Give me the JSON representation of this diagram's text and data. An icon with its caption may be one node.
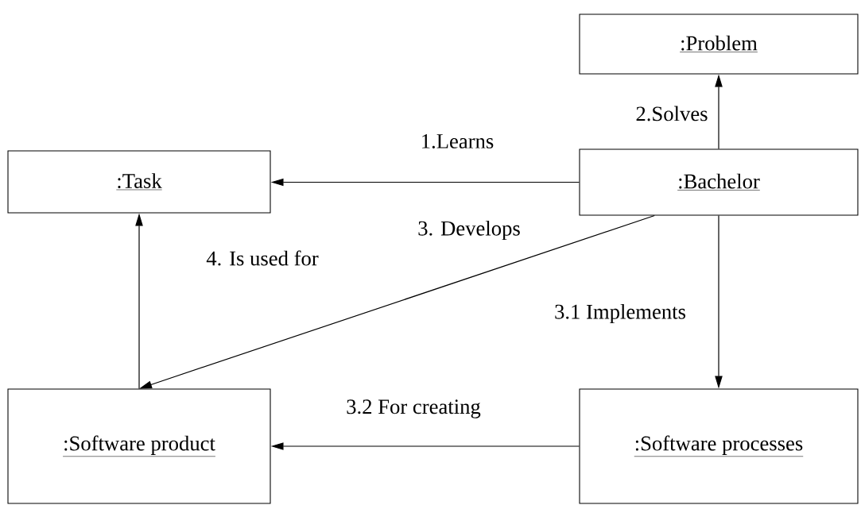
{
  "diagram": {
    "nodes": [
      {
        "text": [
          ":Problem"
        ]
      },
      {
        "text": [
          ":Task"
        ]
      },
      {
        "text": [
          ":Bachelor"
        ]
      },
      {
        "text": [
          ":Software product"
        ]
      },
      {
        "text": [
          ":Software processes"
        ]
      }
    ],
    "edges": [
      {
        "from": 2,
        "to": 1,
        "arrow": "to",
        "label": "1.Learns"
      },
      {
        "from": 2,
        "to": 0,
        "arrow": "to",
        "label": "2.Solves"
      },
      {
        "from": 2,
        "to": 3,
        "arrow": "to",
        "label": "3. Develops"
      },
      {
        "from": 2,
        "to": 4,
        "arrow": "to",
        "label": "3.1 Implements"
      },
      {
        "from": 4,
        "to": 3,
        "arrow": "to",
        "label": "3.2 For creating"
      },
      {
        "from": 3,
        "to": 1,
        "arrow": "to",
        "label": "4. Is used for"
      }
    ]
  }
}
